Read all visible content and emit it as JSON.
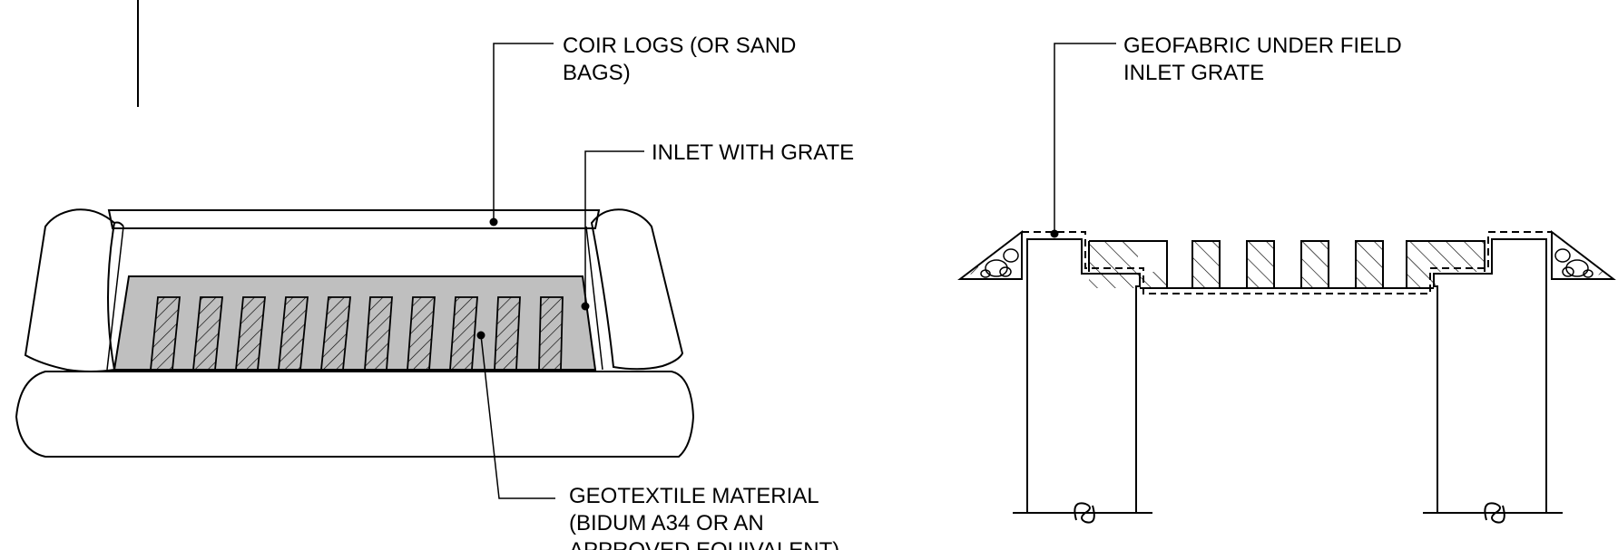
{
  "labels": {
    "coir_logs": [
      "COIR LOGS (OR SAND",
      "BAGS)"
    ],
    "inlet_with_grate": [
      "INLET WITH GRATE"
    ],
    "geotextile": [
      "GEOTEXTILE MATERIAL",
      "(BIDUM A34 OR AN",
      "APPROVED EQUIVALENT)"
    ],
    "geofabric": [
      "GEOFABRIC UNDER FIELD",
      "INLET GRATE"
    ]
  },
  "colors": {
    "line": "#000000",
    "geotextile_fill": "#bfbfbf",
    "background": "#ffffff"
  }
}
